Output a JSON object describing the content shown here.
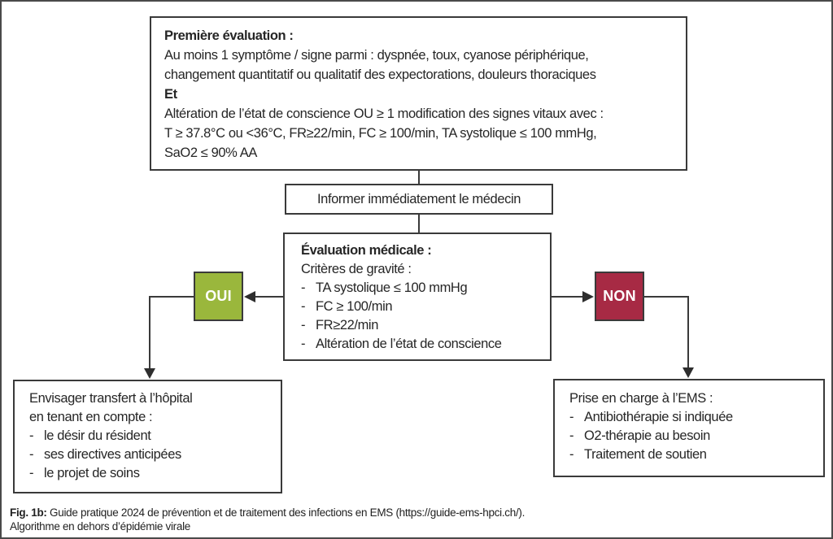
{
  "colors": {
    "line": "#3a3a3a",
    "text": "#262626",
    "green": "#9ab73c",
    "red": "#a72a44"
  },
  "dash": "-",
  "boxes": {
    "first_eval": {
      "title": "Première évaluation :",
      "line1": "Au moins 1 symptôme / signe parmi : dyspnée, toux, cyanose périphérique,",
      "line2": "changement quantitatif ou qualitatif des expectorations, douleurs thoraciques",
      "et": "Et",
      "line3": "Altération de l’état de conscience OU ≥ 1 modification des signes vitaux avec :",
      "line4": "T ≥ 37.8°C ou <36°C, FR≥22/min, FC ≥ 100/min, TA systolique ≤ 100 mmHg,",
      "line5": "SaO2 ≤ 90% AA"
    },
    "inform": {
      "label": "Informer immédiatement le médecin"
    },
    "medical_eval": {
      "title": "Évaluation médicale :",
      "subtitle": "Critères de gravité :",
      "items": [
        "TA systolique ≤ 100 mmHg",
        "FC ≥ 100/min",
        "FR≥22/min",
        "Altération de l’état de conscience"
      ]
    },
    "yes": {
      "label": "OUI"
    },
    "no": {
      "label": "NON"
    },
    "transfer": {
      "line1": "Envisager transfert à l’hôpital",
      "line2": "en tenant en compte :",
      "items": [
        "le désir du résident",
        "ses directives anticipées",
        "le projet de soins"
      ]
    },
    "ems_care": {
      "title": "Prise en charge à l’EMS :",
      "items": [
        "Antibiothérapie si indiquée",
        "O2-thérapie au besoin",
        "Traitement de soutien"
      ]
    }
  },
  "caption": {
    "fig_label": "Fig. 1b:",
    "text": " Guide pratique 2024 de prévention et de traitement des infections en EMS (https://guide-ems-hpci.ch/).",
    "line2": "Algorithme en dehors d’épidémie virale"
  }
}
